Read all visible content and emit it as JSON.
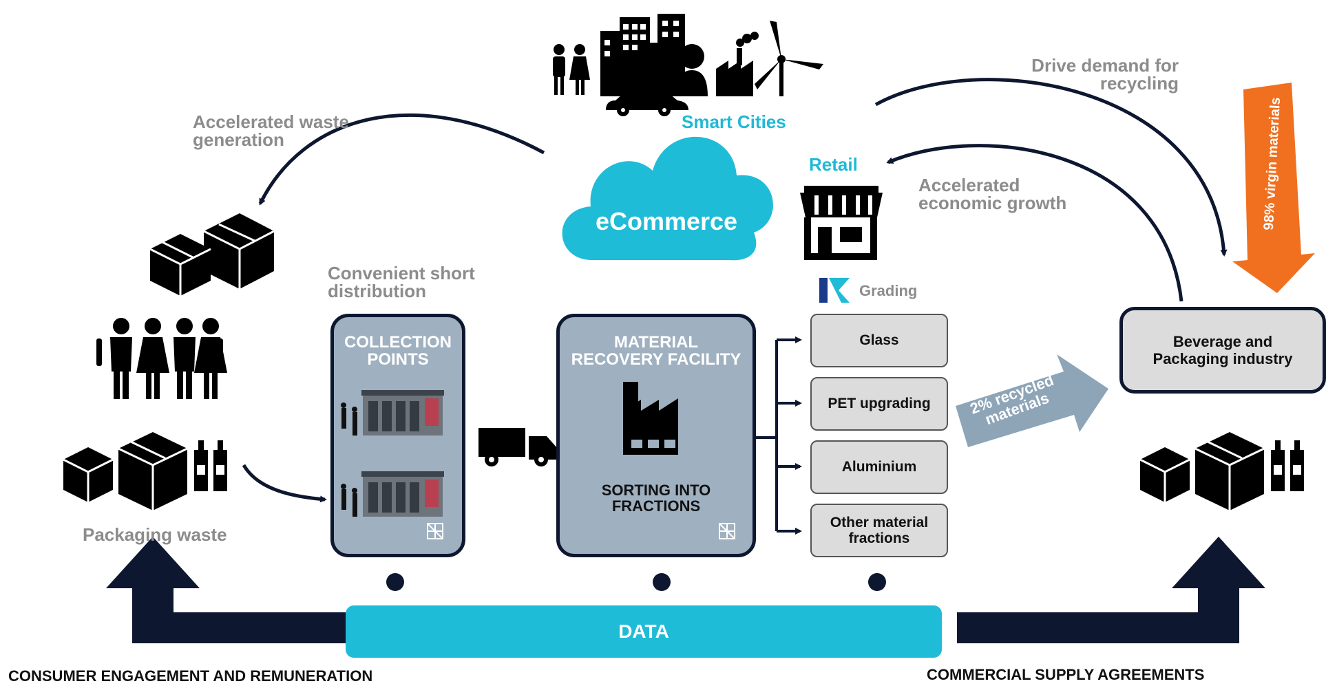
{
  "center": {
    "smart_cities": "Smart Cities",
    "ecommerce": "eCommerce",
    "retail": "Retail"
  },
  "annotations": {
    "accelerated_waste": [
      "Accelerated waste",
      "generation"
    ],
    "drive_demand": [
      "Drive demand for",
      "recycling"
    ],
    "accelerated_growth": [
      "Accelerated",
      "economic growth"
    ],
    "convenient_distribution": [
      "Convenient short",
      "distribution"
    ],
    "packaging_waste": "Packaging waste",
    "grading": "Grading",
    "virgin_materials": "98% virgin materials",
    "recycled_materials": [
      "2% recycled",
      "materials"
    ]
  },
  "collection_points": {
    "title": [
      "COLLECTION",
      "POINTS"
    ]
  },
  "mrf": {
    "title": [
      "MATERIAL",
      "RECOVERY FACILITY"
    ],
    "subtitle": [
      "SORTING INTO",
      "FRACTIONS"
    ]
  },
  "fractions": [
    [
      "Glass"
    ],
    [
      "PET upgrading"
    ],
    [
      "Aluminium"
    ],
    [
      "Other material",
      "fractions"
    ]
  ],
  "industry": [
    "Beverage and",
    "Packaging industry"
  ],
  "data_bar": "DATA",
  "bottom": {
    "left": "CONSUMER ENGAGEMENT AND REMUNERATION",
    "right": "COMMERCIAL SUPPLY AGREEMENTS"
  },
  "colors": {
    "navy": "#0e1730",
    "cyan": "#1fbcd8",
    "panel": "#9fb0c0",
    "orange": "#f07020",
    "steel_arrow": "#8ea5b8",
    "gray_text": "#8c8c8c"
  }
}
